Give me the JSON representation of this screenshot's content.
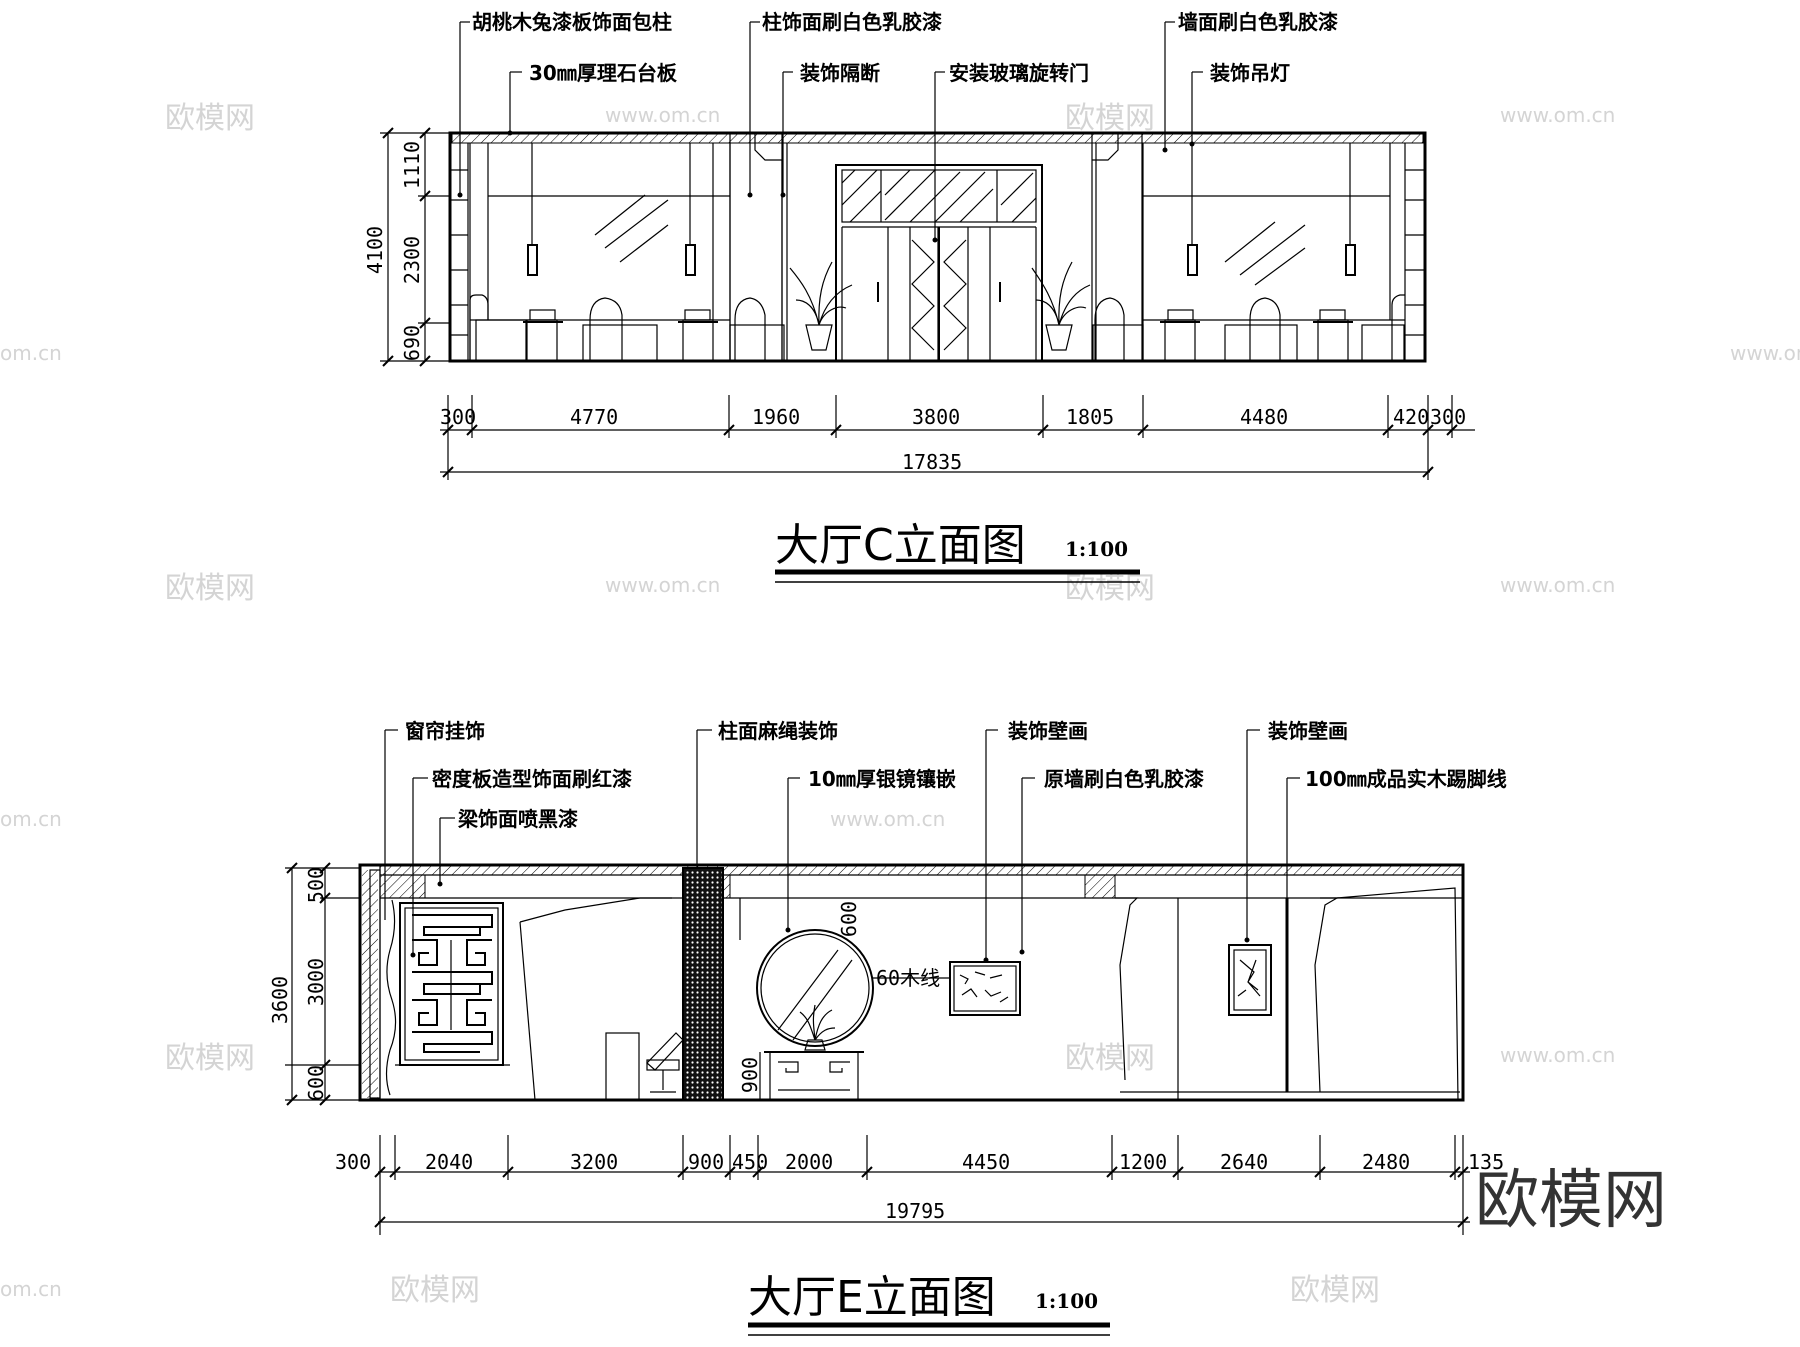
{
  "drawing_c": {
    "title": "大厅C立面图",
    "scale": "1:100",
    "annotations": [
      "胡桃木兔漆板饰面包柱",
      "30㎜厚理石台板",
      "柱饰面刷白色乳胶漆",
      "装饰隔断",
      "安装玻璃旋转门",
      "墙面刷白色乳胶漆",
      "装饰吊灯"
    ],
    "vertical_dims": [
      "4100",
      "1110",
      "2300",
      "690"
    ],
    "horizontal_dims": [
      "300",
      "4770",
      "1960",
      "3800",
      "1805",
      "4480",
      "420",
      "300"
    ],
    "total": "17835"
  },
  "drawing_e": {
    "title": "大厅E立面图",
    "scale": "1:100",
    "annotations": [
      "窗帘挂饰",
      "密度板造型饰面刷红漆",
      "梁饰面喷黑漆",
      "柱面麻绳装饰",
      "10㎜厚银镜镶嵌",
      "装饰壁画",
      "原墙刷白色乳胶漆",
      "装饰壁画",
      "100㎜成品实木踢脚线"
    ],
    "inline_labels": [
      "60木线"
    ],
    "vertical_dims": [
      "500",
      "3600",
      "3000",
      "600",
      "600",
      "900"
    ],
    "horizontal_dims": [
      "300",
      "2040",
      "3200",
      "900",
      "450",
      "2000",
      "4450",
      "1200",
      "2640",
      "2480",
      "135"
    ],
    "total": "19795"
  },
  "watermark": {
    "brand": "欧模网",
    "url": "www.om.cn",
    "url_fragment": "om.cn"
  },
  "icons": [
    "potted-plant-icon",
    "table-lamp-icon",
    "pendant-light-icon",
    "lattice-screen-icon"
  ]
}
